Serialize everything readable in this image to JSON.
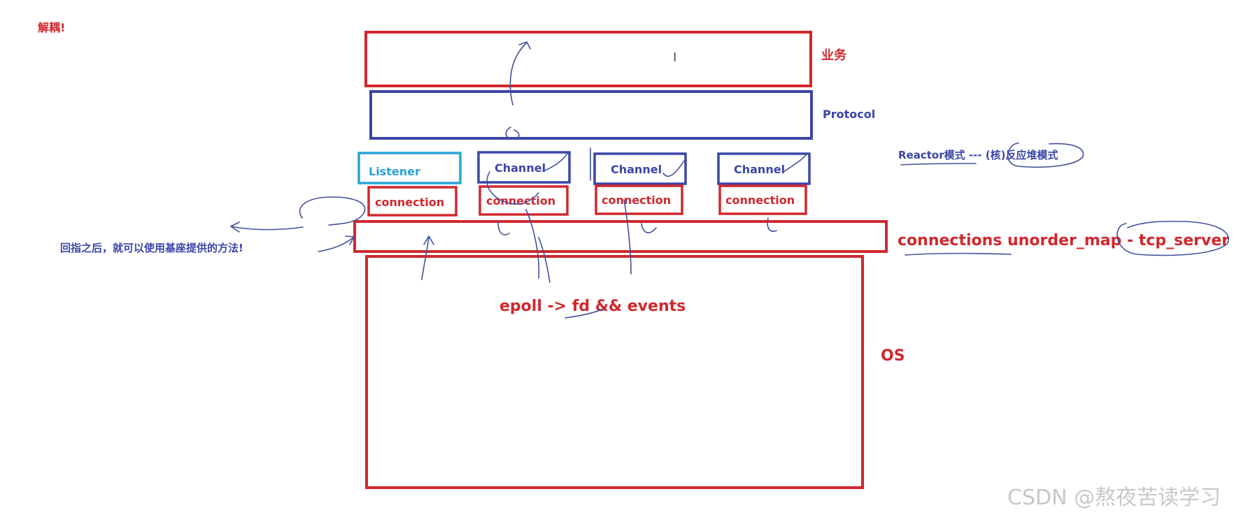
{
  "labels": {
    "decouple": "解耦!",
    "business": "业务",
    "protocol": "Protocol",
    "reactor": "Reactor模式 --- (核)反应堆模式",
    "listener": "Listener",
    "channel_1": "Channel",
    "channel_2": "Channel",
    "channel_3": "Channel",
    "connection_1": "connection",
    "connection_2": "connection",
    "connection_3": "connection",
    "connection_4": "connection",
    "connections_map": "connections unorder_map - tcp_server",
    "back_pointer": "回指之后，就可以使用基座提供的方法!",
    "epoll": "epoll -> fd && events",
    "os": "OS",
    "cursor": "I"
  },
  "watermark": "CSDN @熬夜苦读学习",
  "colors": {
    "red": "#d0282e",
    "blue": "#3b46a8",
    "cyan": "#2aa3d4"
  }
}
